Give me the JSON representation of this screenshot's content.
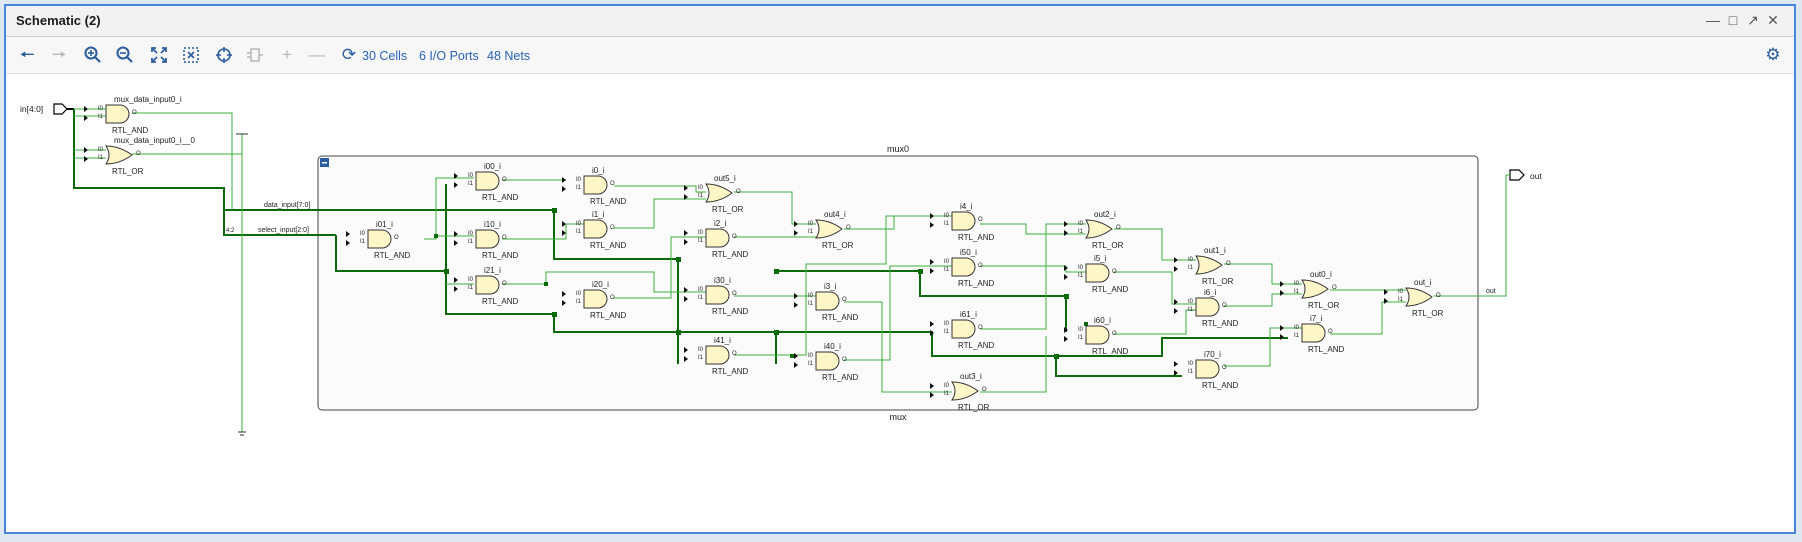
{
  "window": {
    "title": "Schematic (2)"
  },
  "toolbar": {
    "cells": "30 Cells",
    "io_ports": "6 I/O Ports",
    "nets": "48 Nets"
  },
  "schematic": {
    "input_port": "in[4:0]",
    "output_port": "out",
    "top_gates": [
      {
        "name": "mux_data_input0_i",
        "type": "RTL_AND"
      },
      {
        "name": "mux_data_input0_i__0",
        "type": "RTL_OR"
      }
    ],
    "bus_labels": {
      "data": "data_input[7:0]",
      "select": "select_input[2:0]",
      "slice": "4:2",
      "out_net": "out"
    },
    "module_name": "mux0",
    "module_type": "mux",
    "gates": [
      {
        "name": "i01_i",
        "type": "RTL_AND"
      },
      {
        "name": "i00_i",
        "type": "RTL_AND"
      },
      {
        "name": "i10_i",
        "type": "RTL_AND"
      },
      {
        "name": "i21_i",
        "type": "RTL_AND"
      },
      {
        "name": "i0_i",
        "type": "RTL_AND"
      },
      {
        "name": "i1_i",
        "type": "RTL_AND"
      },
      {
        "name": "i20_i",
        "type": "RTL_AND"
      },
      {
        "name": "out5_i",
        "type": "RTL_OR"
      },
      {
        "name": "i2_i",
        "type": "RTL_AND"
      },
      {
        "name": "i30_i",
        "type": "RTL_AND"
      },
      {
        "name": "i41_i",
        "type": "RTL_AND"
      },
      {
        "name": "out4_i",
        "type": "RTL_OR"
      },
      {
        "name": "i3_i",
        "type": "RTL_AND"
      },
      {
        "name": "i40_i",
        "type": "RTL_AND"
      },
      {
        "name": "i4_i",
        "type": "RTL_AND"
      },
      {
        "name": "i50_i",
        "type": "RTL_AND"
      },
      {
        "name": "i61_i",
        "type": "RTL_AND"
      },
      {
        "name": "out3_i",
        "type": "RTL_OR"
      },
      {
        "name": "out2_i",
        "type": "RTL_OR"
      },
      {
        "name": "i5_i",
        "type": "RTL_AND"
      },
      {
        "name": "i60_i",
        "type": "RTL_AND"
      },
      {
        "name": "out1_i",
        "type": "RTL_OR"
      },
      {
        "name": "i6_i",
        "type": "RTL_AND"
      },
      {
        "name": "i70_i",
        "type": "RTL_AND"
      },
      {
        "name": "out0_i",
        "type": "RTL_OR"
      },
      {
        "name": "i7_i",
        "type": "RTL_AND"
      },
      {
        "name": "out_i",
        "type": "RTL_OR"
      }
    ]
  }
}
